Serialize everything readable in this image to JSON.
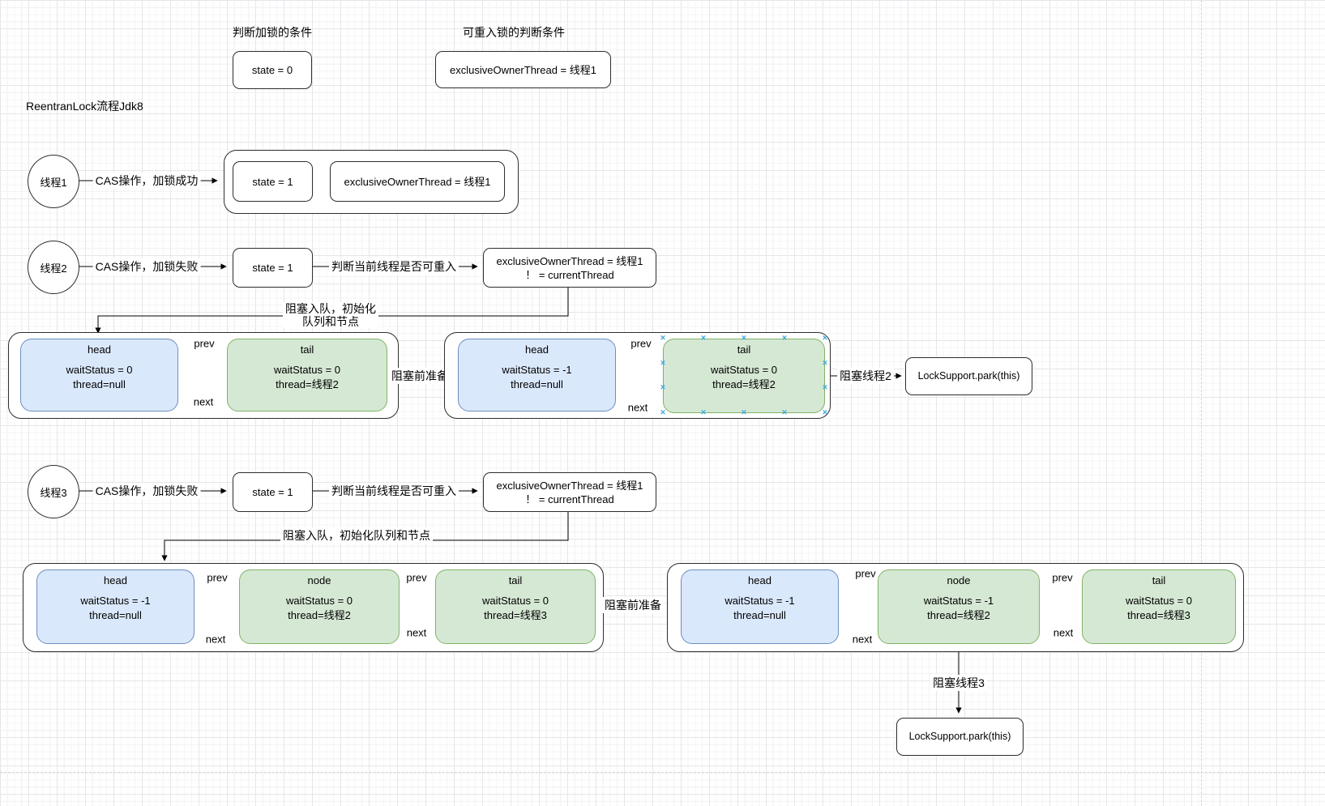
{
  "canvas": {
    "title": "ReentranLock流程Jdk8"
  },
  "colors": {
    "node_blue_fill": "#dae8fc",
    "node_blue_border": "#6c8ebf",
    "node_green_fill": "#d5e8d4",
    "node_green_border": "#82b366",
    "selection_handle": "#3aa9e0"
  },
  "top": {
    "lock_cond_label": "判断加锁的条件",
    "lock_cond_value": "state = 0",
    "reentrant_cond_label": "可重入锁的判断条件",
    "reentrant_cond_value": "exclusiveOwnerThread = 线程1"
  },
  "flows": {
    "t1": {
      "actor": "线程1",
      "edge": "CAS操作，加锁成功",
      "state": "state = 1",
      "owner": "exclusiveOwnerThread = 线程1"
    },
    "t2": {
      "actor": "线程2",
      "edge": "CAS操作，加锁失败",
      "state": "state = 1",
      "check": "判断当前线程是否可重入",
      "owner_line1": "exclusiveOwnerThread = 线程1",
      "owner_line2": "！ = currentThread",
      "enqueue_line1": "阻塞入队，初始化",
      "enqueue_line2": "队列和节点",
      "prepare": "阻塞前准备",
      "block": "阻塞线程2",
      "park": "LockSupport.park(this)"
    },
    "t3": {
      "actor": "线程3",
      "edge": "CAS操作，加锁失败",
      "state": "state = 1",
      "check": "判断当前线程是否可重入",
      "owner_line1": "exclusiveOwnerThread = 线程1",
      "owner_line2": "！ = currentThread",
      "enqueue": "阻塞入队，初始化队列和节点",
      "prepare": "阻塞前准备",
      "block": "阻塞线程3",
      "park": "LockSupport.park(this)"
    }
  },
  "edge": {
    "prev": "prev",
    "next": "next"
  },
  "queues": [
    {
      "nodes": [
        {
          "title": "head",
          "line1": "waitStatus = 0",
          "line2": "thread=null"
        },
        {
          "title": "tail",
          "line1": "waitStatus = 0",
          "line2": "thread=线程2"
        }
      ]
    },
    {
      "nodes": [
        {
          "title": "head",
          "line1": "waitStatus = -1",
          "line2": "thread=null"
        },
        {
          "title": "tail",
          "line1": "waitStatus = 0",
          "line2": "thread=线程2"
        }
      ]
    },
    {
      "nodes": [
        {
          "title": "head",
          "line1": "waitStatus = -1",
          "line2": "thread=null"
        },
        {
          "title": "node",
          "line1": "waitStatus = 0",
          "line2": "thread=线程2"
        },
        {
          "title": "tail",
          "line1": "waitStatus = 0",
          "line2": "thread=线程3"
        }
      ]
    },
    {
      "nodes": [
        {
          "title": "head",
          "line1": "waitStatus = -1",
          "line2": "thread=null"
        },
        {
          "title": "node",
          "line1": "waitStatus = -1",
          "line2": "thread=线程2"
        },
        {
          "title": "tail",
          "line1": "waitStatus = 0",
          "line2": "thread=线程3"
        }
      ]
    }
  ]
}
